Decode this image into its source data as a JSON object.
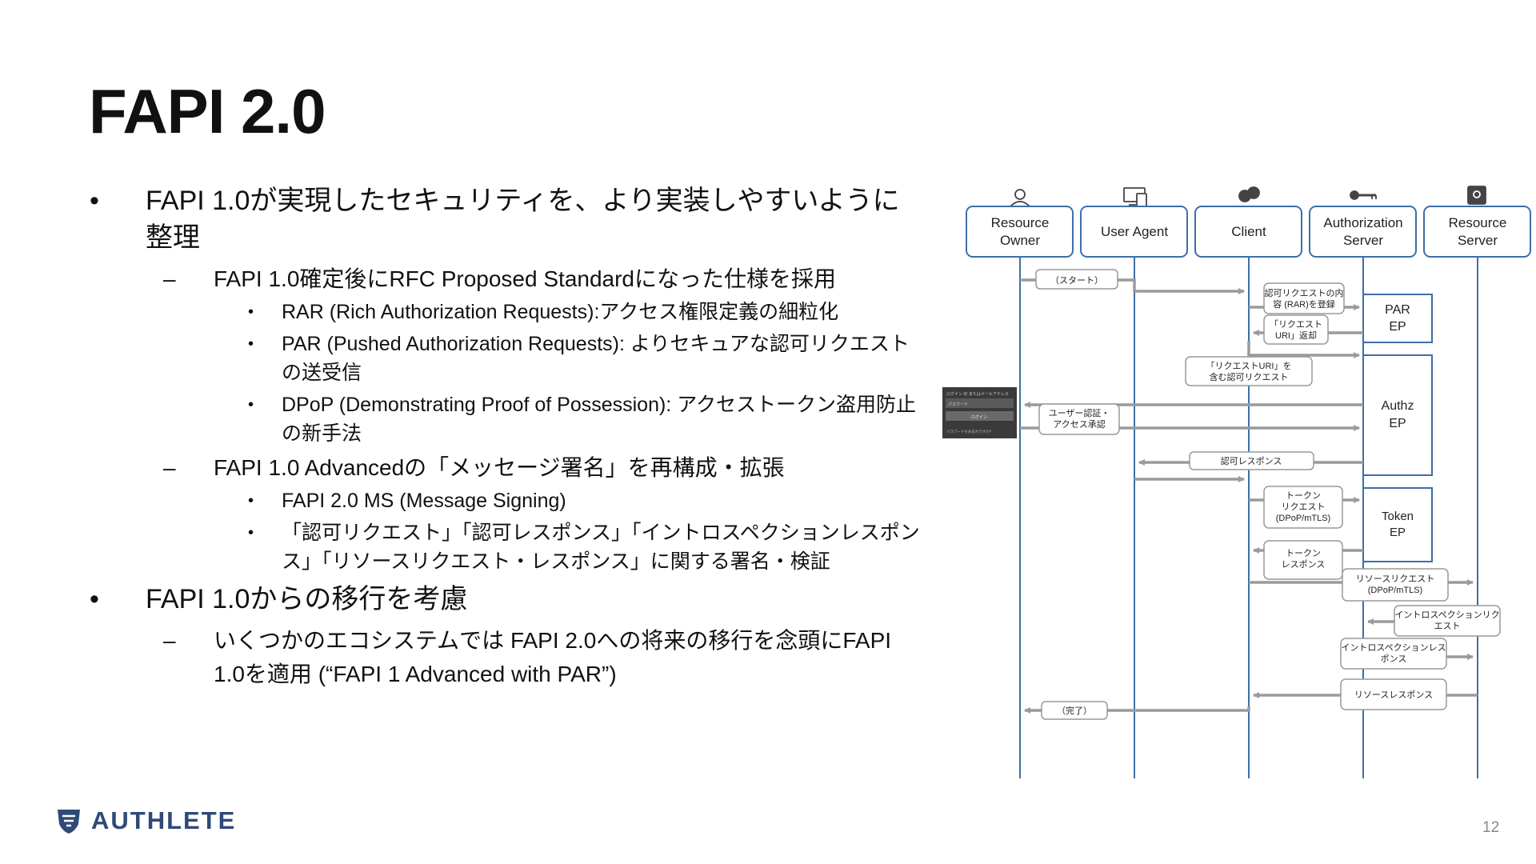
{
  "title": "FAPI 2.0",
  "bullets": {
    "b1": "FAPI 1.0が実現したセキュリティを、より実装しやすいように整理",
    "b1_1": "FAPI 1.0確定後にRFC Proposed Standardになった仕様を採用",
    "b1_1_1": "RAR (Rich Authorization Requests):アクセス権限定義の細粒化",
    "b1_1_2": "PAR (Pushed Authorization Requests): よりセキュアな認可リクエストの送受信",
    "b1_1_3": "DPoP (Demonstrating Proof of Possession): アクセストークン盗用防止の新手法",
    "b1_2": "FAPI 1.0 Advancedの「メッセージ署名」を再構成・拡張",
    "b1_2_1": "FAPI 2.0 MS (Message Signing)",
    "b1_2_2": "「認可リクエスト」「認可レスポンス」「イントロスペクションレスポンス」「リソースリクエスト・レスポンス」に関する署名・検証",
    "b2": "FAPI 1.0からの移行を考慮",
    "b2_1": "いくつかのエコシステムでは FAPI 2.0への将来の移行を念頭にFAPI 1.0を適用 (“FAPI 1 Advanced with PAR”)"
  },
  "diagram": {
    "actors": {
      "owner_1": "Resource",
      "owner_2": "Owner",
      "agent": "User Agent",
      "client": "Client",
      "as_1": "Authorization",
      "as_2": "Server",
      "rs_1": "Resource",
      "rs_2": "Server"
    },
    "endpoints": {
      "par_1": "PAR",
      "par_2": "EP",
      "authz_1": "Authz",
      "authz_2": "EP",
      "token_1": "Token",
      "token_2": "EP"
    },
    "messages": {
      "start": "（スタート）",
      "register_1": "認可リクエストの内",
      "register_2": "容 (RAR)を登録",
      "uri_return_1": "「リクエスト",
      "uri_return_2": "URI」返却",
      "authz_req_1": "「リクエストURI」を",
      "authz_req_2": "含む認可リクエスト",
      "user_auth_1": "ユーザー認証・",
      "user_auth_2": "アクセス承認",
      "authz_resp": "認可レスポンス",
      "token_req_1": "トークン",
      "token_req_2": "リクエスト",
      "token_req_3": "(DPoP/mTLS)",
      "token_resp_1": "トークン",
      "token_resp_2": "レスポンス",
      "res_req_1": "リソースリクエスト",
      "res_req_2": "(DPoP/mTLS)",
      "intro_req_1": "イントロスペクションリク",
      "intro_req_2": "エスト",
      "intro_resp_1": "イントロスペクションレス",
      "intro_resp_2": "ポンス",
      "res_resp": "リソースレスポンス",
      "done": "（完了）"
    },
    "login_form": {
      "heading": "ログイン ID またはメールアドレス",
      "password": "パスワード",
      "button": "ログイン",
      "forgot": "パスワードをお忘れですか？"
    },
    "colors": {
      "lifeline": "#3d6fa8",
      "arrow": "#9a9a9a",
      "box_border": "#3d6fa8"
    }
  },
  "footer": {
    "logo_text": "AUTHLETE",
    "page_number": "12"
  }
}
